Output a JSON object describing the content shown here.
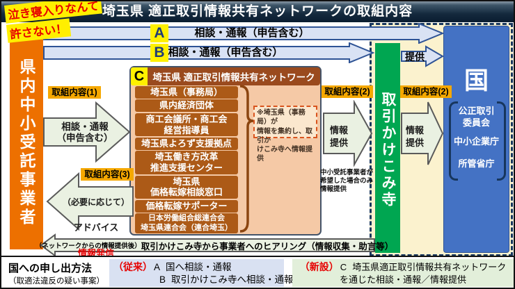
{
  "header": {
    "title": "埼玉県 適正取引情報共有ネットワークの取組内容"
  },
  "sticker": {
    "line1": "泣き寝入りなんて",
    "line2": "許さない！"
  },
  "left_bar": {
    "label": "県内中小受託事業者"
  },
  "routes": {
    "a": {
      "letter": "A",
      "label": "相談・通報（申告含む）"
    },
    "b": {
      "letter": "B",
      "label": "相談・通報（申告含む）"
    },
    "teikyo": "提供"
  },
  "network": {
    "letter": "C",
    "title": "埼玉県 適正取引情報共有ネットワーク",
    "members": [
      {
        "text": "埼玉県（事務局）"
      },
      {
        "text": "県内経済団体"
      },
      {
        "text": "商工会議所・商工会\n経営指導員"
      },
      {
        "text": "埼玉県よろず支援拠点"
      },
      {
        "text": "埼玉働き方改革\n推進支援センター"
      },
      {
        "text": "埼玉県\n価格転嫁相談窓口"
      },
      {
        "text": "価格転嫁サポーター"
      },
      {
        "text": "日本労働組合総連合会\n埼玉県連合会（連合埼玉）",
        "small": true
      }
    ],
    "note": "※埼玉県（事務局）が\n情報を集約し、取引か\nけこみ寺へ情報提供"
  },
  "actions": {
    "t1": {
      "tag": "取組内容(1)",
      "arrow": "相談・通報\n（申告含む）"
    },
    "t2_left": {
      "tag": "取組内容(2)",
      "arrow": "情報\n提供",
      "note": "中小受託事業者が\n希望した場合のみ\n情報提供"
    },
    "t2_right": {
      "tag": "取組内容(2)",
      "arrow": "情報\n提供"
    },
    "t3": {
      "tag": "取組内容(3)",
      "line1": "（必要に応じて）",
      "line2": "アドバイス",
      "line3": "情報発信"
    }
  },
  "kakekomi": {
    "label": "取引かけこみ寺"
  },
  "kuni": {
    "label": "国",
    "orgs": [
      "公正取引\n委員会",
      "中小企業庁",
      "所管省庁"
    ]
  },
  "hearing": {
    "prefix": "（ネットワークからの情報提供後）",
    "label": "取引かけこみ寺から事業者へのヒアリング（情報収集・助言等）"
  },
  "legend": {
    "left_line1": "国への申し出方法",
    "left_line2": "（取適法違反の疑い事案）",
    "conventional": {
      "tag": "（従来）",
      "a_letter": "A",
      "a_text": "国へ相談・通報",
      "b_letter": "B",
      "b_text": "取引かけこみ寺へ相談・通報"
    },
    "new": {
      "tag": "（新設）",
      "c_letter": "C",
      "line1": "埼玉県適正取引情報共有ネットワーク",
      "line2": "を通じた相談・通報／情報提供"
    }
  },
  "colors": {
    "header_navy": "#14293d",
    "orange": "#ed7000",
    "green": "#00a651",
    "blue": "#4472c4",
    "cream": "#fbf2ce",
    "band_blue": "#d9e2f4",
    "band_border": "#2e5395",
    "pale_arrow": "#eaf1e2",
    "brown_header": "#9a4a1e",
    "brown_item": "#ac5a17",
    "tag_orange": "#f5a800",
    "accent_red": "#e60000",
    "sticker_yellow": "#fff000",
    "legend_blue": "#d9e1f2",
    "legend_green": "#e2efda"
  }
}
